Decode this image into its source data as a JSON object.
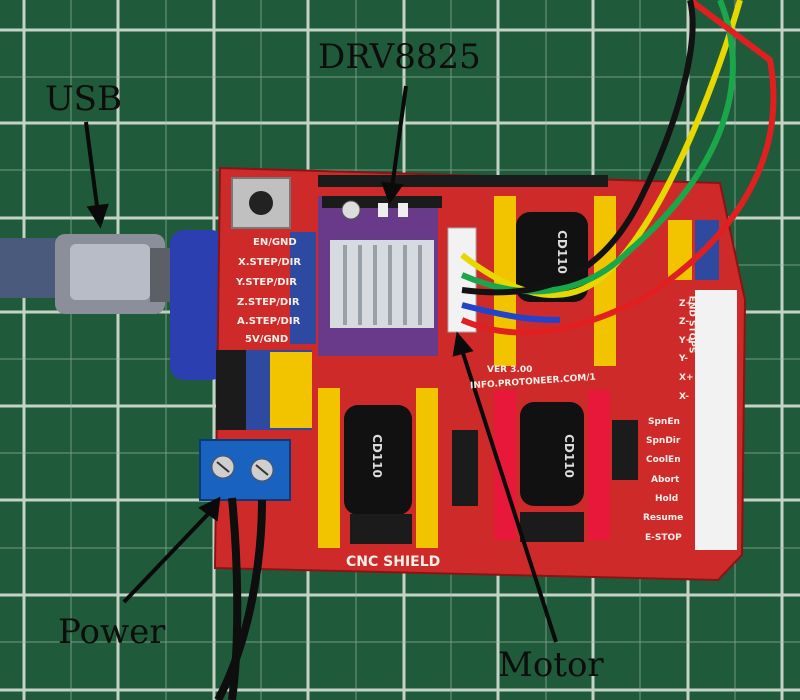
{
  "labels": {
    "drv": "DRV8825",
    "usb": "USB",
    "power": "Power",
    "motor": "Motor"
  },
  "board": {
    "title": "CNC SHIELD",
    "version": "VER 3.00",
    "url": "INFO.PROTONEER.COM/1",
    "rows": [
      "EN/GND",
      "X.STEP/DIR",
      "Y.STEP/DIR",
      "Z.STEP/DIR",
      "A.STEP/DIR",
      "5V/GND"
    ],
    "end_stops": "END STOPS",
    "end_stop_labels": [
      "Z+",
      "Z-",
      "Y+",
      "Y-",
      "X+",
      "X-"
    ],
    "function_labels": [
      "SpnEn",
      "SpnDir",
      "CoolEn",
      "Abort",
      "Hold",
      "Resume",
      "E-STOP"
    ],
    "capacitor_text": "CD110"
  },
  "colors": {
    "mat": "#1f5a3a",
    "grid": "#d8e0d6",
    "pcb": "#cf2a2a",
    "driver": "#6a3a8a",
    "header_yellow": "#f2c400",
    "header_white": "#f2f2f2",
    "wire_yellow": "#e6d800",
    "wire_green": "#1aa64a",
    "wire_red": "#e02020",
    "wire_black": "#121212",
    "wire_blue": "#2244cc"
  }
}
